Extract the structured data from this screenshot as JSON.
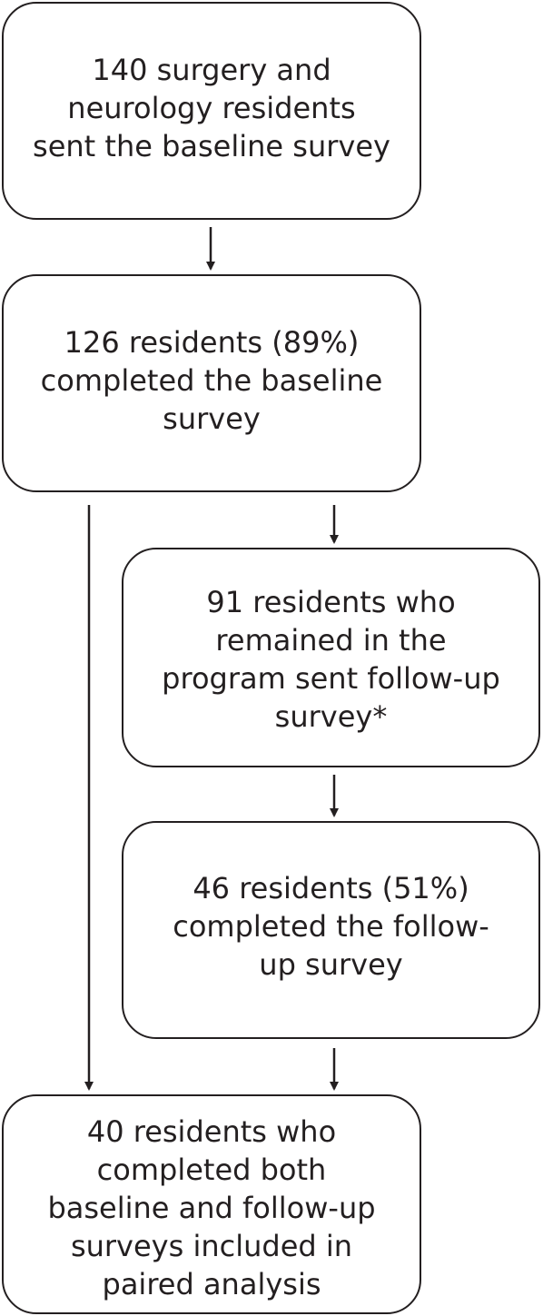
{
  "flowchart": {
    "boxes": [
      {
        "id": "baseline-sent",
        "text": "140 surgery and\nneurology residents\nsent the baseline survey"
      },
      {
        "id": "baseline-completed",
        "text": "126 residents (89%)\ncompleted the baseline\nsurvey"
      },
      {
        "id": "followup-sent",
        "text": "91 residents who\nremained in the\nprogram sent follow-up\nsurvey*"
      },
      {
        "id": "followup-completed",
        "text": "46 residents (51%)\ncompleted the follow-\nup survey"
      },
      {
        "id": "paired-analysis",
        "text": "40 residents who\ncompleted both\nbaseline and follow-up\nsurveys included in\npaired analysis"
      }
    ],
    "colors": {
      "stroke": "#231f20",
      "background": "#ffffff"
    }
  }
}
